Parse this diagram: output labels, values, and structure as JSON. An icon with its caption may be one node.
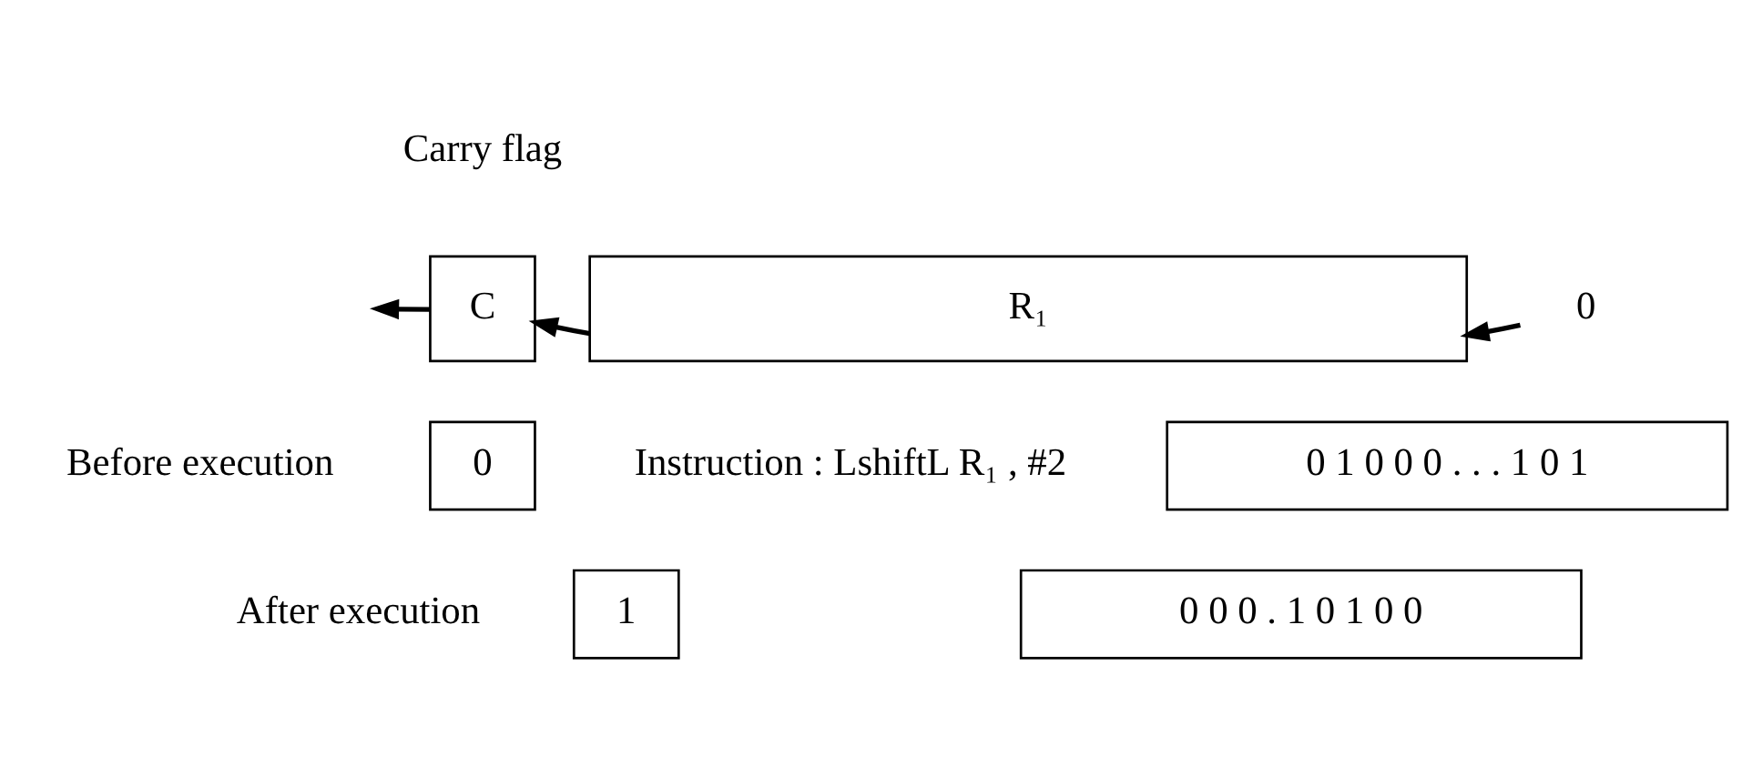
{
  "diagram": {
    "nodes": [
      {
        "text": [
          "C"
        ],
        "beside": [
          "Carry flag"
        ]
      },
      {
        "text": [
          "R₁"
        ]
      },
      {
        "text": [
          "0"
        ]
      },
      {
        "text": [
          "0"
        ],
        "beside": [
          "Before execution"
        ]
      },
      {
        "text": [
          "0 1 0 0 0 . . . 1 0 1"
        ]
      },
      {
        "text": [
          "1"
        ],
        "beside": [
          "After execution"
        ]
      },
      {
        "text": [
          "0 0 0 . 1 0 1 0 0"
        ]
      }
    ],
    "edges": [
      {
        "from": 2,
        "to": 1,
        "arrow": "to"
      },
      {
        "from": 1,
        "to": 0,
        "arrow": "to"
      },
      {
        "from": 0,
        "to": null,
        "arrow": "to"
      }
    ],
    "labels": [
      "Instruction : LshiftL R₁ , #2"
    ]
  }
}
